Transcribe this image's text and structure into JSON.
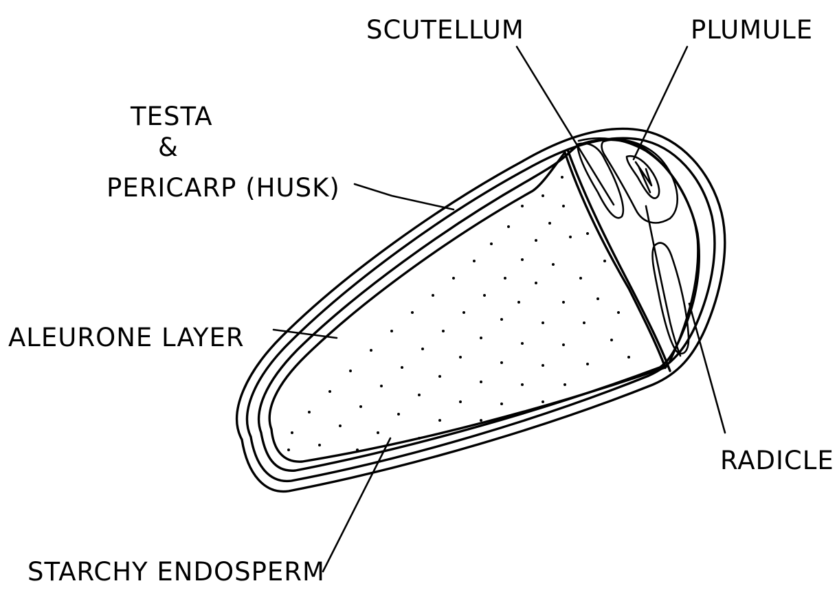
{
  "labels": {
    "scutellum": "SCUTELLUM",
    "plumule": "PLUMULE",
    "testa_line1": "TESTA",
    "testa_line2": "&",
    "testa_line3": "PERICARP (HUSK)",
    "aleurone": "ALEURONE LAYER",
    "radicle": "RADICLE",
    "starchy_endosperm": "STARCHY ENDOSPERM"
  },
  "colors": {
    "ink": "#000000",
    "background": "#ffffff"
  }
}
